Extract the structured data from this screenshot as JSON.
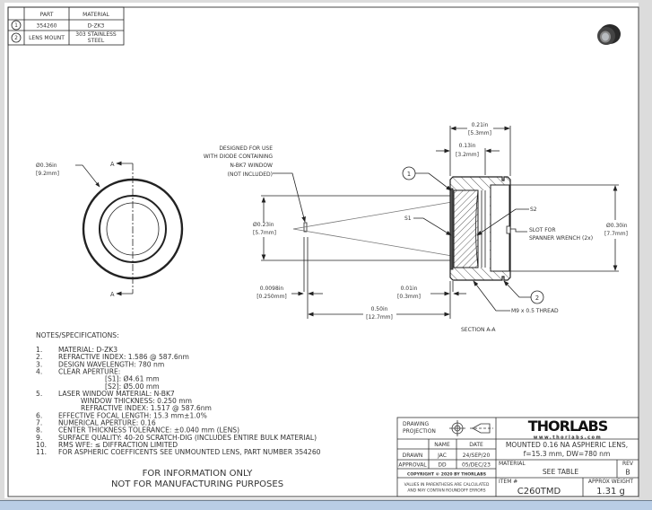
{
  "parts_table": {
    "headers": [
      "",
      "PART",
      "MATERIAL"
    ],
    "rows": [
      {
        "balloon": "1",
        "part": "354260",
        "material": "D-ZK3"
      },
      {
        "balloon": "2",
        "part": "LENS MOUNT",
        "material_line1": "303 STAINLESS",
        "material_line2": "STEEL"
      }
    ]
  },
  "front_view": {
    "diameter_in": "Ø0.36in",
    "diameter_mm": "[9.2mm]",
    "section_label_top": "A",
    "section_label_bottom": "A"
  },
  "side_view": {
    "window_note": [
      "DESIGNED FOR USE",
      "WITH DIODE CONTAINING",
      "N-BK7 WINDOW",
      "(NOT INCLUDED)"
    ],
    "aperture_in": "Ø0.23in",
    "aperture_mm": "[5.7mm]",
    "window_thk_in": "0.0098in",
    "window_thk_mm": "[0.250mm]",
    "gap_in": "0.01in",
    "gap_mm": "[0.3mm]",
    "distance_in": "0.50in",
    "distance_mm": "[12.7mm]",
    "length_in": "0.21in",
    "length_mm": "[5.3mm]",
    "thread_len_in": "0.13in",
    "thread_len_mm": "[3.2mm]",
    "bore_in": "Ø0.30in",
    "bore_mm": "[7.7mm]",
    "balloon_1": "1",
    "balloon_2": "2",
    "s1": "S1",
    "s2": "S2",
    "slot_note": [
      "SLOT FOR",
      "SPANNER WRENCH (2x)"
    ],
    "thread_note": "M9 x 0.5 THREAD",
    "section_title": "SECTION A-A"
  },
  "notes": {
    "heading": "NOTES/SPECIFICATIONS:",
    "items": [
      {
        "num": "1.",
        "text": "MATERIAL: D-ZK3"
      },
      {
        "num": "2.",
        "text": "REFRACTIVE INDEX: 1.586 @ 587.6nm"
      },
      {
        "num": "3.",
        "text": "DESIGN WAVELENGTH: 780 nm"
      },
      {
        "num": "4.",
        "text": "CLEAR APERTURE:"
      },
      {
        "num": "",
        "text": "[S1]: Ø4.61 mm"
      },
      {
        "num": "",
        "text": "[S2]: Ø5.00 mm"
      },
      {
        "num": "5.",
        "text": "LASER WINDOW MATERIAL: N-BK7"
      },
      {
        "num": "",
        "text": "WINDOW THICKNESS: 0.250 mm"
      },
      {
        "num": "",
        "text": "REFRACTIVE INDEX: 1.517 @ 587.6nm"
      },
      {
        "num": "6.",
        "text": "EFFECTIVE FOCAL LENGTH: 15.3 mm±1.0%"
      },
      {
        "num": "7.",
        "text": "NUMERICAL APERTURE: 0.16"
      },
      {
        "num": "8.",
        "text": "CENTER THICKNESS TOLERANCE: ±0.040 mm (LENS)"
      },
      {
        "num": "9.",
        "text": "SURFACE QUALITY: 40-20 SCRATCH-DIG (INCLUDES ENTIRE BULK MATERIAL)"
      },
      {
        "num": "10.",
        "text": "RMS WFE: ≤ DIFFRACTION LIMITED"
      },
      {
        "num": "11.",
        "text": "FOR ASPHERIC COEFFICENTS SEE UNMOUNTED LENS, PART NUMBER 354260"
      }
    ]
  },
  "disclaimer": [
    "FOR INFORMATION ONLY",
    "NOT FOR MANUFACTURING PURPOSES"
  ],
  "title_block": {
    "projection_label": [
      "DRAWING",
      "PROJECTION"
    ],
    "name_header": "NAME",
    "date_header": "DATE",
    "drawn_label": "DRAWN",
    "drawn_name": "JAC",
    "drawn_date": "24/SEP/20",
    "approval_label": "APPROVAL",
    "approval_name": "DD",
    "approval_date": "05/DEC/23",
    "copyright": "COPYRIGHT © 2020 BY THORLABS",
    "values_note": [
      "VALUES IN PARENTHESIS ARE CALCULATED",
      "AND MAY CONTAIN ROUNDOFF ERRORS"
    ],
    "logo_text": "THORLABS",
    "website": "www.thorlabs.com",
    "title": [
      "MOUNTED 0.16 NA ASPHERIC LENS,",
      "f=15.3 mm, DW=780 nm"
    ],
    "material_label": "MATERIAL",
    "material_value": "SEE TABLE",
    "rev_label": "REV",
    "rev_value": "B",
    "item_label": "ITEM #",
    "item_value": "C260TMD",
    "weight_label": "APPROX WEIGHT",
    "weight_value": "1.31 g"
  },
  "colors": {
    "line": "#222222",
    "text": "#333333",
    "statusbar": "#b9cde5",
    "background": "#dcdcdc"
  }
}
